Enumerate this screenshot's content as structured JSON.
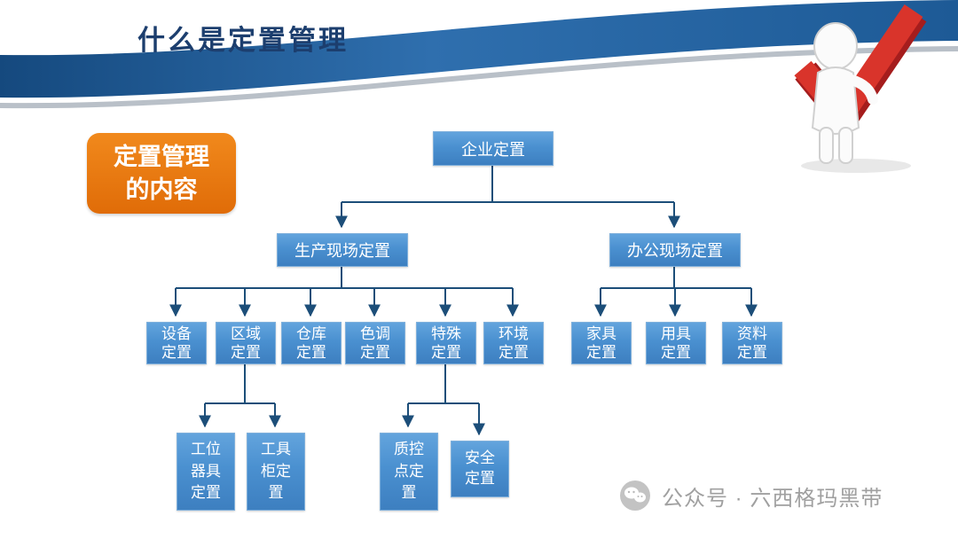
{
  "header": {
    "title": "什么是定置管理"
  },
  "label_box": {
    "text": "定置管理\n的内容"
  },
  "tree": {
    "root": "企业定置",
    "branches": [
      {
        "label": "生产现场定置"
      },
      {
        "label": "办公现场定置"
      }
    ],
    "production_children": [
      "设备\n定置",
      "区域\n定置",
      "仓库\n定置",
      "色调\n定置",
      "特殊\n定置",
      "环境\n定置"
    ],
    "office_children": [
      "家具\n定置",
      "用具\n定置",
      "资料\n定置"
    ],
    "area_children": [
      "工位\n器具\n定置",
      "工具\n柜定\n置"
    ],
    "special_children": [
      "质控\n点定\n置",
      "安全\n定置"
    ]
  },
  "watermark": {
    "text": "公众号 · 六西格玛黑带"
  },
  "icons": {
    "mascot": "figure-with-red-checkmark",
    "watermark_icon": "wechat-icon"
  },
  "colors": {
    "band_blue": "#1d5a96",
    "title_navy": "#1c3e6e",
    "orange_accent": "#e87912",
    "node_blue": "#4a90d0",
    "connector_blue": "#1c4e79",
    "check_red": "#d9342b",
    "watermark_gray": "#a0a0a0"
  }
}
